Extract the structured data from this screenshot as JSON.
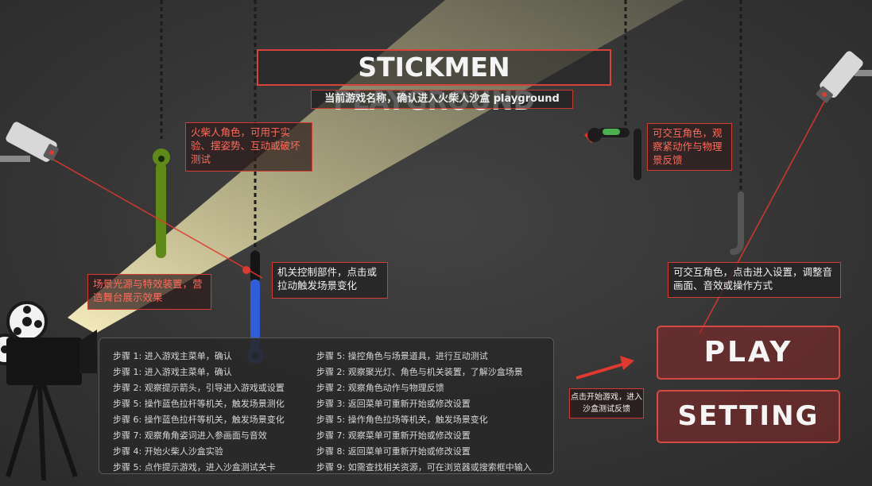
{
  "game": {
    "title": "STICKMEN PLAYGROUND",
    "subtitle": "当前游戏名称，确认进入火柴人沙盒 playground"
  },
  "annotations": {
    "stickman_green": "火柴人角色，可用于实验、摆姿势、互动或破坏测试",
    "stickman_hanging": "可交互角色，观察紧动作与物理景反馈",
    "spotlight": "场景光源与特效装置，营造舞台展示效果",
    "lever": "机关控制部件，点击或拉动触发场景变化",
    "settings_character": "可交互角色，点击进入设置，调整音画面、音效或操作方式",
    "play_hint": "点击开始游戏，进入沙盒测试反馈"
  },
  "steps": {
    "left": [
      "步骤 1:  进入游戏主菜单，确认",
      "步骤 1:  进入游戏主菜单，确认",
      "步骤 2:  观察提示箭头，引导进入游戏或设置",
      "步骤 5:  操作蓝色拉杆等机关，触发场景测化",
      "步骤 6:  操作蓝色拉杆等机关，触发场景变化",
      "步骤 7:  观察角角姿词进入参画面与音效",
      "步骤 4:  开始火柴人沙盒实验",
      "步骤 5:  点作提示游戏，进入沙盒测试关卡"
    ],
    "right": [
      "步骤 5:  操控角色与场景道具，进行互动测试",
      "步骤 2:  观察聚光灯、角色与机关装置，了解沙盒场景",
      "步骤 2:  观察角色动作与物理反馈",
      "步骤 3:  返回菜单可重新开始或修改设置",
      "步骤 5:  操作角色拉场等机关，触发场景变化",
      "步骤 7:  观察菜单可重新开始或修改设置",
      "步骤 8:  返回菜单可重新开始或修改设置",
      "步骤 9:  如需查找相关资源，可在浏览器或搜索框中输入"
    ]
  },
  "buttons": {
    "play": "PLAY",
    "setting": "SETTING"
  },
  "colors": {
    "background": "#3a3a3a",
    "accent_red": "#d9423a",
    "stickman_green": "#5f8a1a",
    "lever_blue": "#2f5ed8",
    "spotlight_beam": "#f3ecb0"
  },
  "icons": [
    "security-camera-icon",
    "film-projector-icon",
    "arrow-right-icon"
  ]
}
